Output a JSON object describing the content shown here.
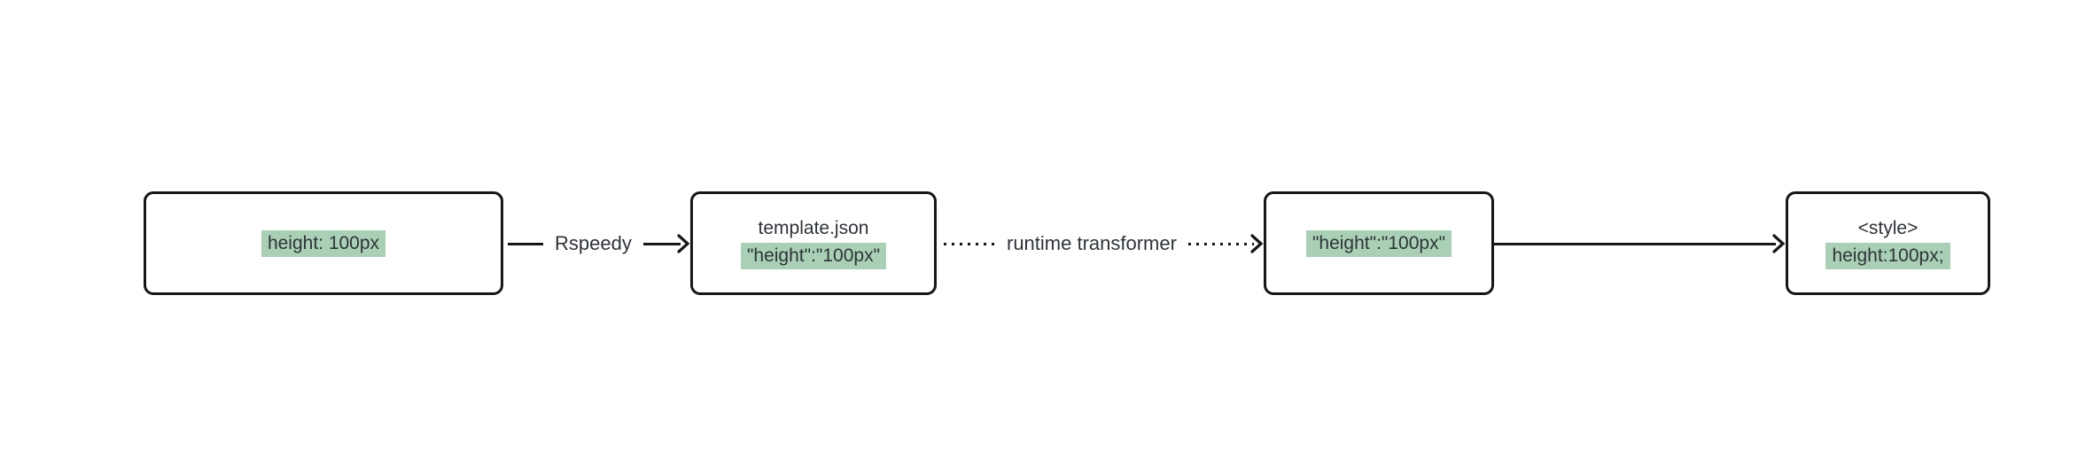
{
  "diagram": {
    "title_hint": "CSS value transformation pipeline",
    "background_color": "#ffffff",
    "border_color": "#161618",
    "text_color": "#2e3338",
    "highlight_color": "#a9d0b5",
    "nodes": [
      {
        "id": "source-css",
        "lines": [
          {
            "text": "height: 100px",
            "highlighted": true
          }
        ]
      },
      {
        "id": "template-json",
        "lines": [
          {
            "text": "template.json",
            "highlighted": false
          },
          {
            "text": "\"height\":\"100px\"",
            "highlighted": true
          }
        ]
      },
      {
        "id": "runtime-value",
        "lines": [
          {
            "text": "\"height\":\"100px\"",
            "highlighted": true
          }
        ]
      },
      {
        "id": "style-output",
        "lines": [
          {
            "text": "<style>",
            "highlighted": false
          },
          {
            "text": "height:100px;",
            "highlighted": true
          }
        ]
      }
    ],
    "connectors": [
      {
        "label": "Rspeedy",
        "style": "solid"
      },
      {
        "label": "runtime transformer",
        "style": "dotted"
      },
      {
        "label": "",
        "style": "solid"
      }
    ]
  }
}
